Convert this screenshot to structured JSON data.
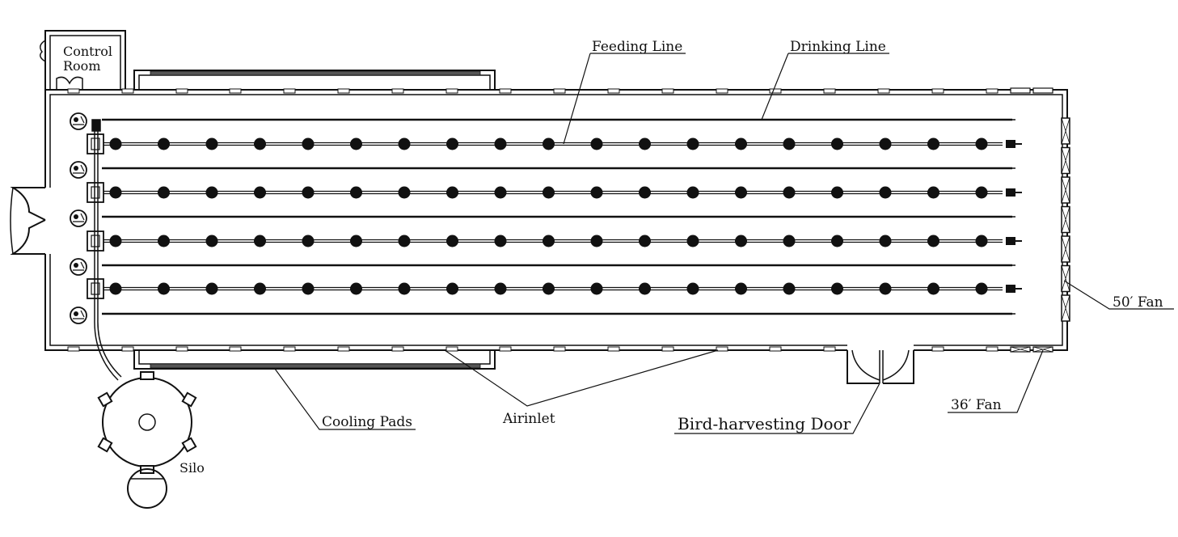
{
  "diagram": {
    "labels": {
      "control_room_line1": "Control",
      "control_room_line2": "Room",
      "feeding_line": "Feeding Line",
      "drinking_line": "Drinking Line",
      "fan_50": "50′ Fan",
      "fan_36": "36′ Fan",
      "cooling_pads": "Cooling Pads",
      "airinlet": "Airinlet",
      "bird_harvesting_door": "Bird-harvesting Door",
      "silo": "Silo"
    },
    "counts": {
      "feeding_lines": 4,
      "drinking_lines": 5,
      "feeders_per_line": 19,
      "heaters": 5,
      "fans_50": 7,
      "fans_36": 2
    },
    "colors": {
      "stroke": "#111111",
      "background": "#ffffff"
    }
  }
}
